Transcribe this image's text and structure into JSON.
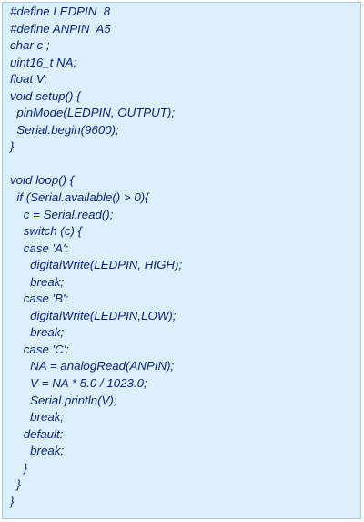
{
  "editor": {
    "background_color": "#dbf0fa",
    "text_color": "#0b1f7a",
    "lines": [
      "#define LEDPIN  8",
      "#define ANPIN  A5",
      "char c ;",
      "uint16_t NA;",
      "float V;",
      "void setup() {",
      "  pinMode(LEDPIN, OUTPUT);",
      "  Serial.begin(9600);",
      "}",
      "",
      "void loop() {",
      "  if (Serial.available() > 0){",
      "    c = Serial.read();",
      "    switch (c) {",
      "    case 'A':",
      "      digitalWrite(LEDPIN, HIGH);",
      "      break;",
      "    case 'B':",
      "      digitalWrite(LEDPIN,LOW);",
      "      break;",
      "    case 'C':",
      "      NA = analogRead(ANPIN);",
      "      V = NA * 5.0 / 1023.0;",
      "      Serial.println(V);",
      "      break;",
      "    default:",
      "      break;",
      "    }",
      "  }",
      "}"
    ]
  }
}
